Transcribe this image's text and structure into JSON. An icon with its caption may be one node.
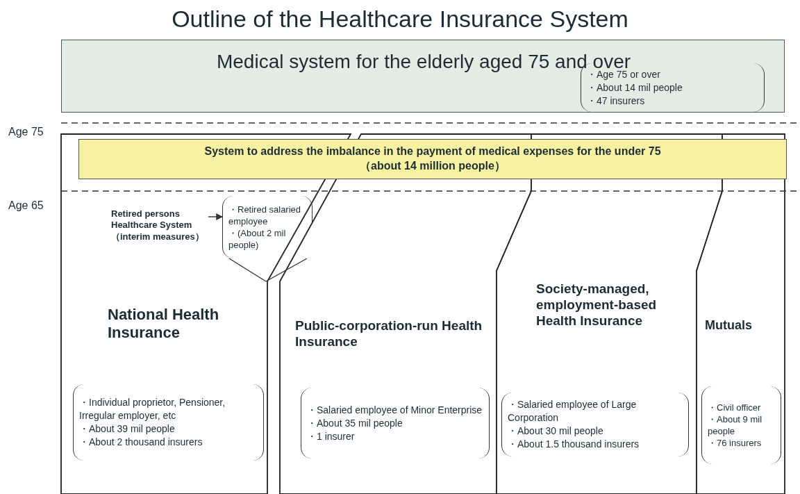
{
  "diagram": {
    "title": "Outline of the Healthcare Insurance System",
    "nodes": [
      {
        "text": [
          "Medical system for the elderly aged 75 and over",
          "・Age 75 or over",
          "・About 14 mil people",
          "・47 insurers"
        ]
      },
      {
        "text": [
          "National Health Insurance",
          "・Individual proprietor, Pensioner, Irregular employer, etc",
          "・About 39 mil people",
          "・About 2 thousand insurers"
        ]
      },
      {
        "text": [
          "Public-corporation-run Health Insurance",
          "・Salaried employee of Minor Enterprise",
          "・About 35 mil people",
          "・1 insurer"
        ]
      },
      {
        "text": [
          "Society-managed, employment-based Health Insurance",
          "・Salaried employee of Large Corporation",
          "・About 30 mil people",
          "・About 1.5 thousand insurers"
        ]
      },
      {
        "text": [
          "Mutuals",
          "・Civil officer",
          "・About 9 mil people",
          "・76 insurers"
        ]
      },
      {
        "text": [
          "System to address the imbalance in the payment of medical expenses for the under 75",
          "（about 14 million people）"
        ]
      },
      {
        "text": [
          "Retired persons Healthcare System（interim measures）"
        ],
        "in": 1
      },
      {
        "text": [
          "・Retired salaried employee",
          "・(About 2 mil people)"
        ],
        "in": 1
      }
    ],
    "edges": [
      {
        "from": 6,
        "to": 7,
        "arrow": "to"
      }
    ],
    "labels": [
      "Age 75",
      "Age 65"
    ]
  }
}
